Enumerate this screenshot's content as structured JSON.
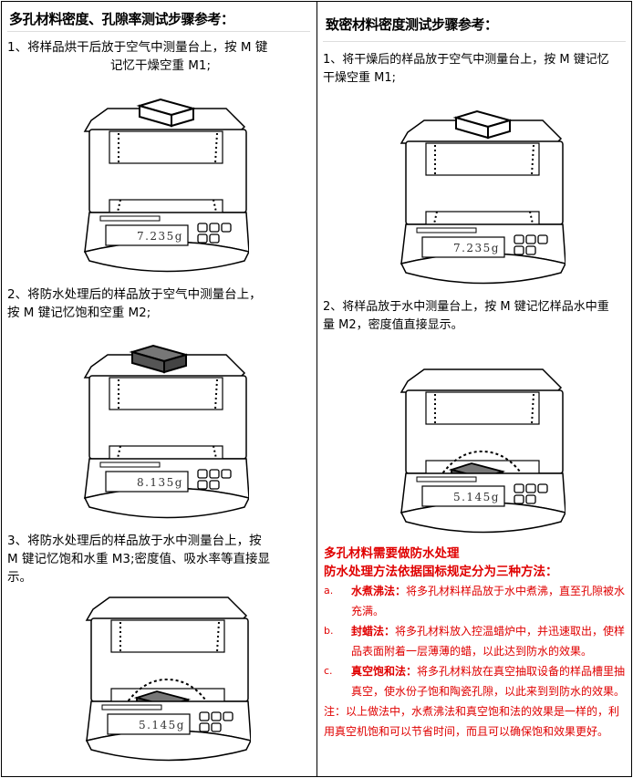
{
  "left": {
    "title": "多孔材料密度、孔隙率测试步骤参考：",
    "steps": [
      {
        "line1": "1、将样品烘干后放于空气中测量台上，按 M 键",
        "line2": "记忆干燥空重 M1;",
        "display": "7.235g",
        "sample": "dry"
      },
      {
        "line1": "2、将防水处理后的样品放于空气中测量台上，",
        "line2": "按 M 键记忆饱和空重 M2;",
        "display": "8.135g",
        "sample": "wet"
      },
      {
        "line1": "3、将防水处理后的样品放于水中测量台上，按",
        "line2": "M 键记忆饱和水重 M3;密度值、吸水率等直接显",
        "line3": "示。",
        "display": "5.145g",
        "sample": "water"
      }
    ]
  },
  "right": {
    "title": "致密材料密度测试步骤参考：",
    "steps": [
      {
        "line1": "1、将干燥后的样品放于空气中测量台上，按 M 键记忆",
        "line2": "干燥空重 M1;",
        "display": "7.235g",
        "sample": "dry"
      },
      {
        "line1": "2、将样品放于水中测量台上，按 M 键记忆样品水中重",
        "line2": "量 M2，密度值直接显示。",
        "display": "5.145g",
        "sample": "water"
      }
    ],
    "notes": {
      "heading1": "多孔材料需要做防水处理",
      "heading2": "防水处理方法依据国标规定分为三种方法：",
      "methods": [
        {
          "label": "a.",
          "name": "水煮沸法：",
          "line1": "将多孔材料样品放于水中煮沸，直至孔隙被水",
          "line2": "充满。"
        },
        {
          "label": "b.",
          "name": "封蜡法：",
          "line1": "将多孔材料放入控温蜡炉中，并迅速取出，使样",
          "line2": "品表面附着一层薄薄的蜡，以此达到防水的效果。"
        },
        {
          "label": "c.",
          "name": "真空饱和法：",
          "line1": "将多孔材料放在真空抽取设备的样品槽里抽",
          "line2": "真空，使水份子饱和陶瓷孔隙，以此来到到防水的效果。"
        }
      ],
      "note_line1": "注：以上做法中，水煮沸法和真空饱和法的效果是一样的，利",
      "note_line2": "用真空机饱和可以节省时间，而且可以确保饱和效果更好。"
    }
  },
  "colors": {
    "accent_red": "#e00000",
    "sample_gray": "#555555"
  }
}
